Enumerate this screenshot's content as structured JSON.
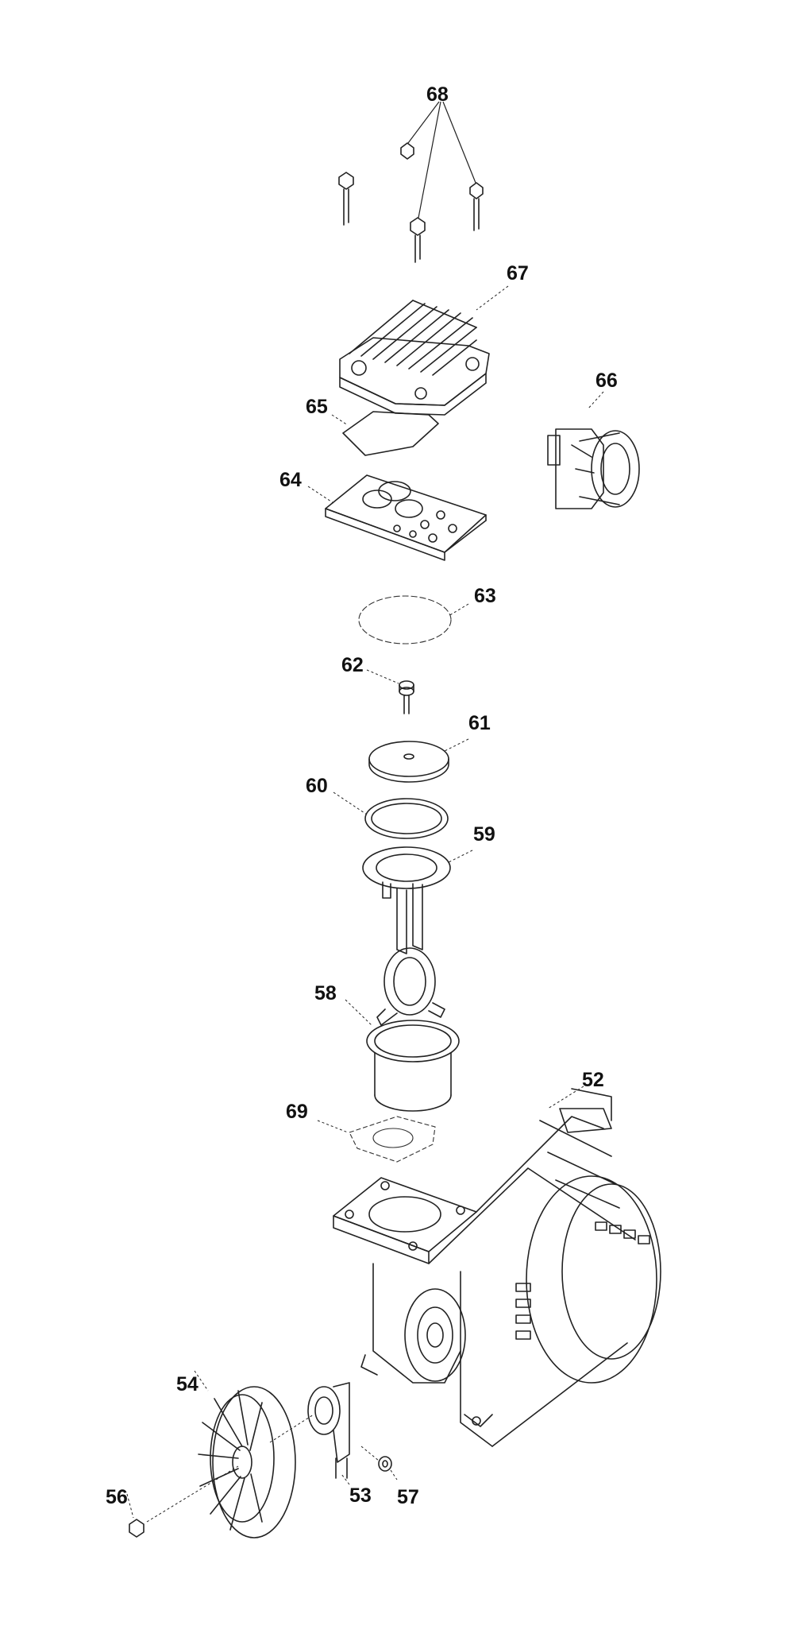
{
  "diagram": {
    "callouts": {
      "c52": "52",
      "c53": "53",
      "c54": "54",
      "c56": "56",
      "c57": "57",
      "c58": "58",
      "c59": "59",
      "c60": "60",
      "c61": "61",
      "c62": "62",
      "c63": "63",
      "c64": "64",
      "c65": "65",
      "c66": "66",
      "c67": "67",
      "c68": "68",
      "c69": "69"
    }
  }
}
